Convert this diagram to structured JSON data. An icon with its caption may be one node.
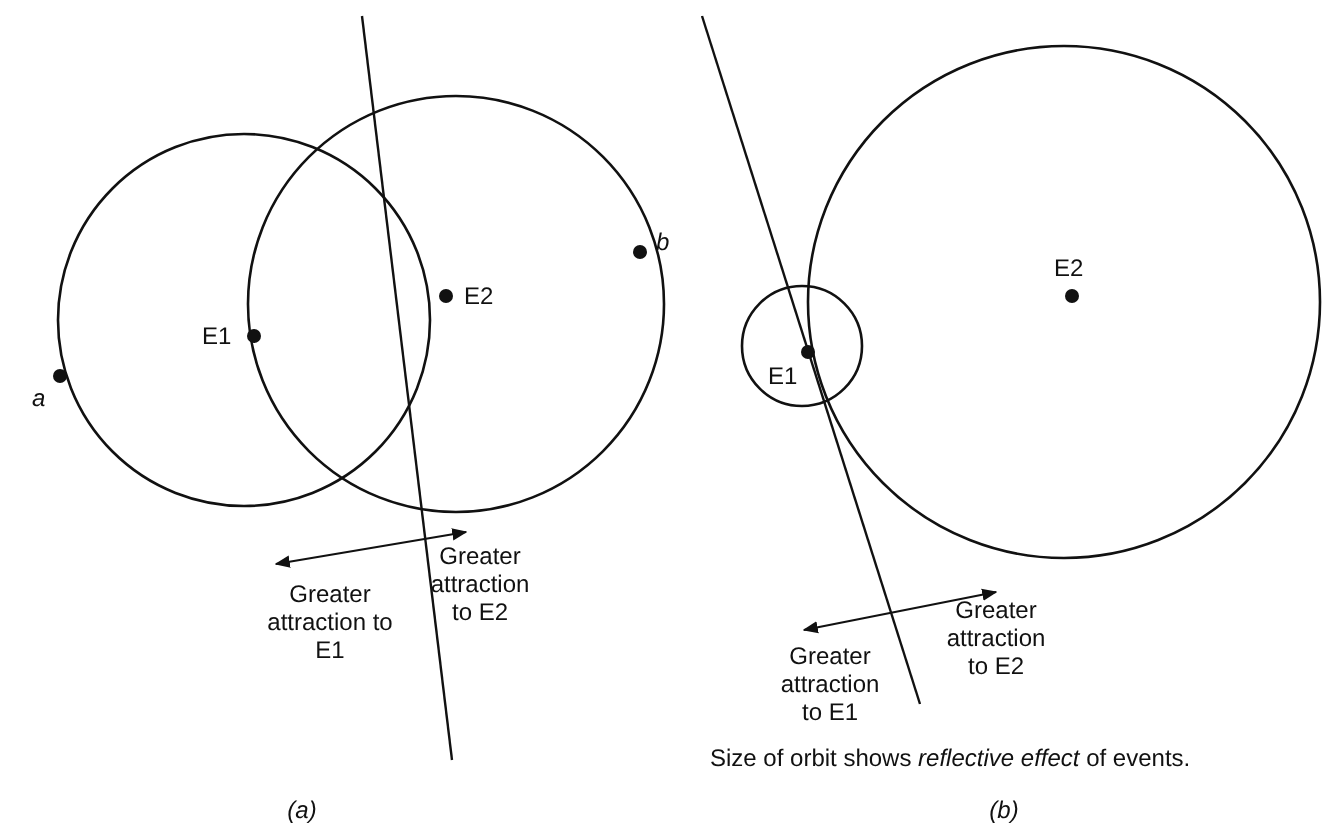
{
  "diagram": {
    "labels": [
      "b",
      "E2",
      "E1",
      "a",
      "Greater attraction to E2",
      "Greater attraction to E1",
      "(a)",
      "E2",
      "E1",
      "Greater attraction to E2",
      "Greater attraction to E1",
      "Size of orbit shows *reflective effect* of events.",
      "(b)"
    ]
  }
}
